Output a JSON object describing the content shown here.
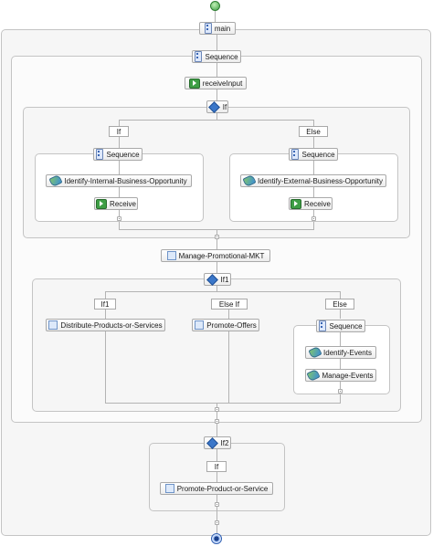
{
  "flow": {
    "main": "main",
    "sequence": "Sequence",
    "receive_input": "receiveInput",
    "if_block": {
      "title": "If",
      "branches": [
        "If",
        "Else"
      ],
      "left": {
        "sequence": "Sequence",
        "invoke": "Identify-Internal-Business-Opportunity",
        "receive": "Receive"
      },
      "right": {
        "sequence": "Sequence",
        "invoke": "Identify-External-Business-Opportunity",
        "receive": "Receive"
      }
    },
    "manage_promotional": "Manage-Promotional-MKT",
    "if1_block": {
      "title": "If1",
      "branches": [
        "If1",
        "Else If",
        "Else"
      ],
      "left_activity": "Distribute-Products-or-Services",
      "middle_activity": "Promote-Offers",
      "right": {
        "sequence": "Sequence",
        "invoke1": "Identify-Events",
        "invoke2": "Manage-Events"
      }
    },
    "if2_block": {
      "title": "If2",
      "branches": [
        "If"
      ],
      "activity": "Promote-Product-or-Service"
    }
  },
  "colors": {
    "start_node": "#4caf50",
    "end_node": "#2f6fd8",
    "if_icon": "#3b77c9",
    "receive_icon": "#3e9e45"
  }
}
